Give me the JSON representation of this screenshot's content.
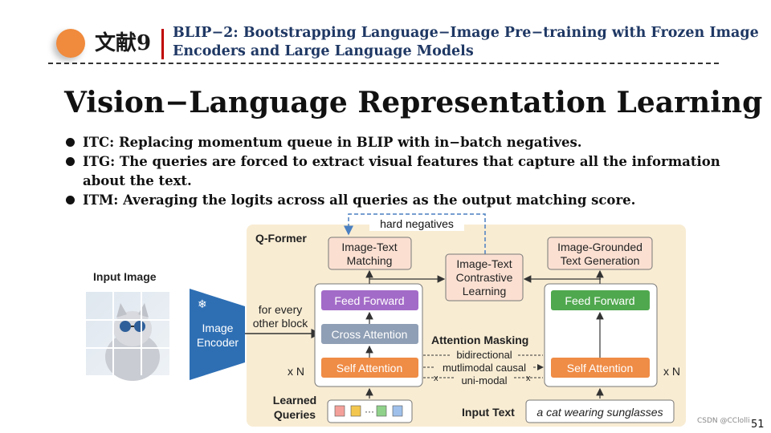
{
  "header": {
    "number": "文献9",
    "paper_title": "BLIP−2: Bootstrapping Language−Image Pre−training with Frozen Image Encoders and Large Language Models"
  },
  "title": "Vision−Language Representation Learning",
  "bullets": [
    "ITC: Replacing momentum queue in BLIP with in−batch negatives.",
    "ITG: The queries are forced to extract visual features that capture all the information about the text.",
    "ITM: Averaging the logits across all queries as the output matching score."
  ],
  "figure": {
    "hard_negatives": "hard negatives",
    "qformer": "Q-Former",
    "input_image": "Input Image",
    "encoder_line1": "Image",
    "encoder_line2": "Encoder",
    "freeze_icon": "snowflake-icon",
    "for_every_1": "for every",
    "for_every_2": "other block",
    "xn_left": "x N",
    "xn_right": "x N",
    "itm_1": "Image-Text",
    "itm_2": "Matching",
    "itc_1": "Image-Text",
    "itc_2": "Contrastive",
    "itc_3": "Learning",
    "itg_1": "Image-Grounded",
    "itg_2": "Text Generation",
    "ff_left": "Feed Forward",
    "ff_right": "Feed Forward",
    "cross_attention": "Cross Attention",
    "self_att_left": "Self Attention",
    "self_att_right": "Self Attention",
    "attention_masking": "Attention Masking",
    "bidirectional": "bidirectional",
    "multimodal_causal": "mutlimodal causal",
    "uni_modal": "uni-modal",
    "learned_1": "Learned",
    "learned_2": "Queries",
    "query_dots": "···",
    "input_text_label": "Input Text",
    "input_text_value": "a cat wearing sunglasses"
  },
  "watermark": "CSDN @CClolli",
  "page_number": "51"
}
